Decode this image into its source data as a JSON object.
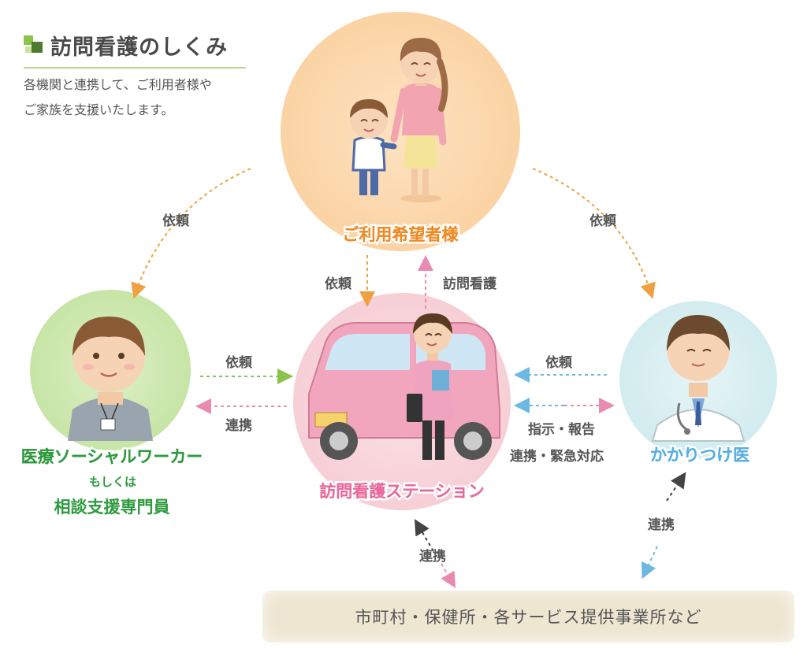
{
  "header": {
    "title": "訪問看護のしくみ",
    "subtitle_line1": "各機関と連携して、ご利用者様や",
    "subtitle_line2": "ご家族を支援いたします。"
  },
  "nodes": {
    "user": {
      "label": "ご利用希望者様",
      "color": "#f08a24"
    },
    "worker": {
      "label": "医療ソーシャルワーカー",
      "sub": "もしくは",
      "label2": "相談支援専門員",
      "color": "#2e9a3e"
    },
    "station": {
      "label": "訪問看護ステーション",
      "color": "#e86a9a"
    },
    "doctor": {
      "label": "かかりつけ医",
      "color": "#5aaee0"
    },
    "agencies": {
      "label": "市町村・保健所・各サービス提供事業所など"
    }
  },
  "edges": {
    "user_to_worker": "依頼",
    "user_to_doctor": "依頼",
    "user_to_station": "依頼",
    "station_to_user": "訪問看護",
    "worker_to_station": "依頼",
    "station_to_worker": "連携",
    "doctor_to_station": "依頼",
    "doctor_station_instr": "指示・報告",
    "doctor_station_emerg": "連携・緊急対応",
    "station_agencies": "連携",
    "doctor_agencies": "連携"
  },
  "colors": {
    "orange": "#f0a040",
    "green": "#8bc34a",
    "pink": "#e98ab0",
    "blue": "#6cb8e0",
    "dark": "#444444"
  }
}
